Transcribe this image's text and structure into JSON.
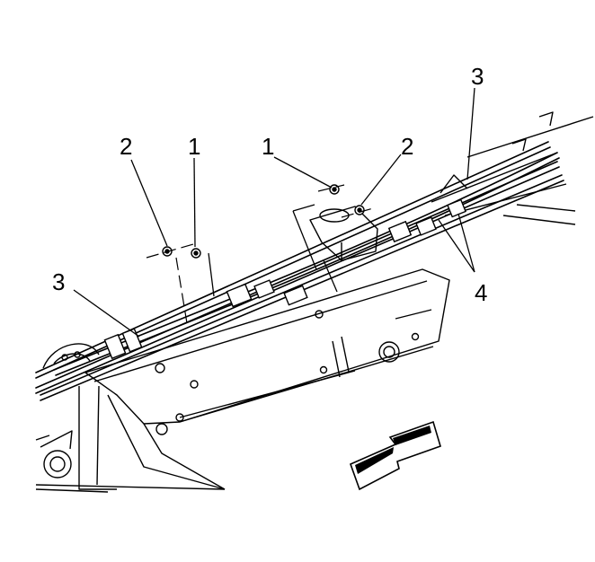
{
  "colors": {
    "line": "#000000",
    "background": "#ffffff",
    "arrow_fill": "#000000"
  },
  "callouts": [
    {
      "id": "c2_left",
      "text": "2"
    },
    {
      "id": "c1_left",
      "text": "1"
    },
    {
      "id": "c1_center",
      "text": "1"
    },
    {
      "id": "c2_right",
      "text": "2"
    },
    {
      "id": "c3_top",
      "text": "3"
    },
    {
      "id": "c3_left",
      "text": "3"
    },
    {
      "id": "c4_right",
      "text": "4"
    }
  ],
  "icons": {
    "direction_arrow": "front-arrow-icon",
    "nut": "nut-icon"
  }
}
